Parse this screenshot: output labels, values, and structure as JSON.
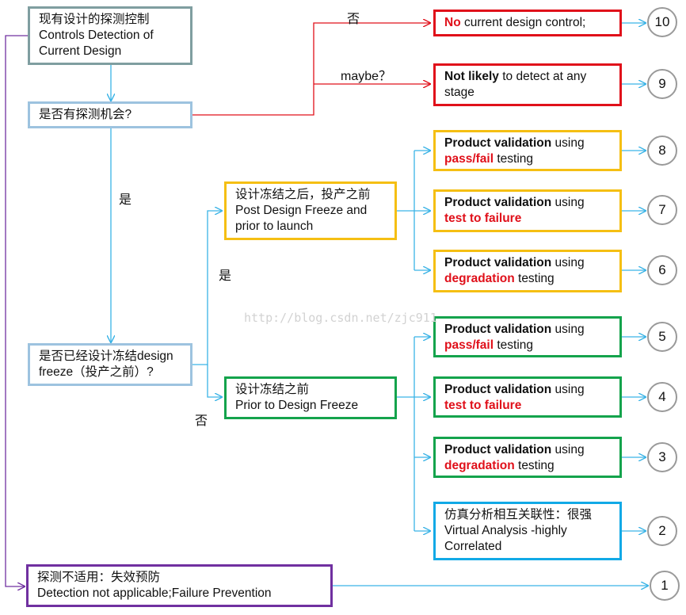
{
  "nodes": {
    "controls": {
      "line1": "现有设计的探测控制",
      "line2": "Controls Detection of",
      "line3": "Current Design"
    },
    "opportunity": {
      "line1": "是否有探测机会?"
    },
    "frozen": {
      "line1": "是否已经设计冻结design",
      "line2": "freeze（投产之前）?"
    },
    "post_freeze": {
      "line1": "设计冻结之后，投产之前",
      "line2": "Post Design Freeze and",
      "line3": "prior to launch"
    },
    "prior_freeze": {
      "line1": "设计冻结之前",
      "line2": "Prior to Design Freeze"
    },
    "not_applicable": {
      "line1": "探测不适用：失效预防",
      "line2": "Detection not applicable;Failure Prevention"
    },
    "no_control": {
      "bold": "No",
      "rest": " current design control;"
    },
    "not_likely": {
      "bold": "Not likely",
      "rest": " to detect at any",
      "line2": "stage"
    },
    "r8": {
      "bold": "Product validation",
      "rest": " using",
      "red": "pass/fail",
      "tail": " testing"
    },
    "r7": {
      "bold": "Product validation",
      "rest": " using",
      "red": "test to failure",
      "tail": ""
    },
    "r6": {
      "bold": "Product validation",
      "rest": " using",
      "red": "degradation",
      "tail": " testing"
    },
    "r5": {
      "bold": "Product validation",
      "rest": " using",
      "red": "pass/fail",
      "tail": " testing"
    },
    "r4": {
      "bold": "Product validation",
      "rest": " using",
      "red": "test to failure",
      "tail": ""
    },
    "r3": {
      "bold": "Product validation",
      "rest": " using",
      "red": "degradation",
      "tail": " testing"
    },
    "virtual": {
      "line1": "仿真分析相互关联性：很强",
      "line2": "Virtual Analysis -highly",
      "line3": "Correlated"
    }
  },
  "ratings": [
    "10",
    "9",
    "8",
    "7",
    "6",
    "5",
    "4",
    "3",
    "2",
    "1"
  ],
  "edge_labels": {
    "no_top": "否",
    "maybe": "maybe？",
    "yes_left": "是",
    "yes_mid": "是",
    "no_bottom": "否"
  },
  "watermark": "http://blog.csdn.net/zjc911",
  "colors": {
    "red": "#e0101a",
    "yellow": "#f5bf13",
    "green": "#14a34c",
    "blue_line": "#3ab3e6",
    "purple": "#7030a0",
    "gray": "#7f9ea0"
  }
}
